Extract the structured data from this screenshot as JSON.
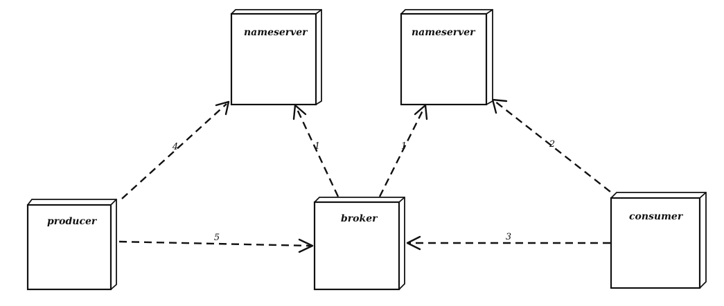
{
  "nodes": [
    {
      "id": "nameserver-left",
      "label": "nameserver"
    },
    {
      "id": "nameserver-right",
      "label": "nameserver"
    },
    {
      "id": "producer",
      "label": "producer"
    },
    {
      "id": "broker",
      "label": "broker"
    },
    {
      "id": "consumer",
      "label": "consumer"
    }
  ],
  "edges": [
    {
      "id": "producer-to-nameserver",
      "from": "producer",
      "to": "nameserver-left",
      "label": "4",
      "style": "dashed",
      "arrow": "target"
    },
    {
      "id": "broker-to-nameserver-left",
      "from": "broker",
      "to": "nameserver-left",
      "label": "1",
      "style": "dashed",
      "arrow": "target"
    },
    {
      "id": "broker-to-nameserver-right",
      "from": "broker",
      "to": "nameserver-right",
      "label": "1",
      "style": "dashed",
      "arrow": "target"
    },
    {
      "id": "consumer-to-nameserver",
      "from": "consumer",
      "to": "nameserver-right",
      "label": "2",
      "style": "dashed",
      "arrow": "target"
    },
    {
      "id": "producer-to-broker",
      "from": "producer",
      "to": "broker",
      "label": "5",
      "style": "dashed",
      "arrow": "target"
    },
    {
      "id": "consumer-to-broker",
      "from": "consumer",
      "to": "broker",
      "label": "3",
      "style": "dashed",
      "arrow": "target"
    }
  ],
  "colors": {
    "stroke": "#111111",
    "background": "#ffffff"
  }
}
